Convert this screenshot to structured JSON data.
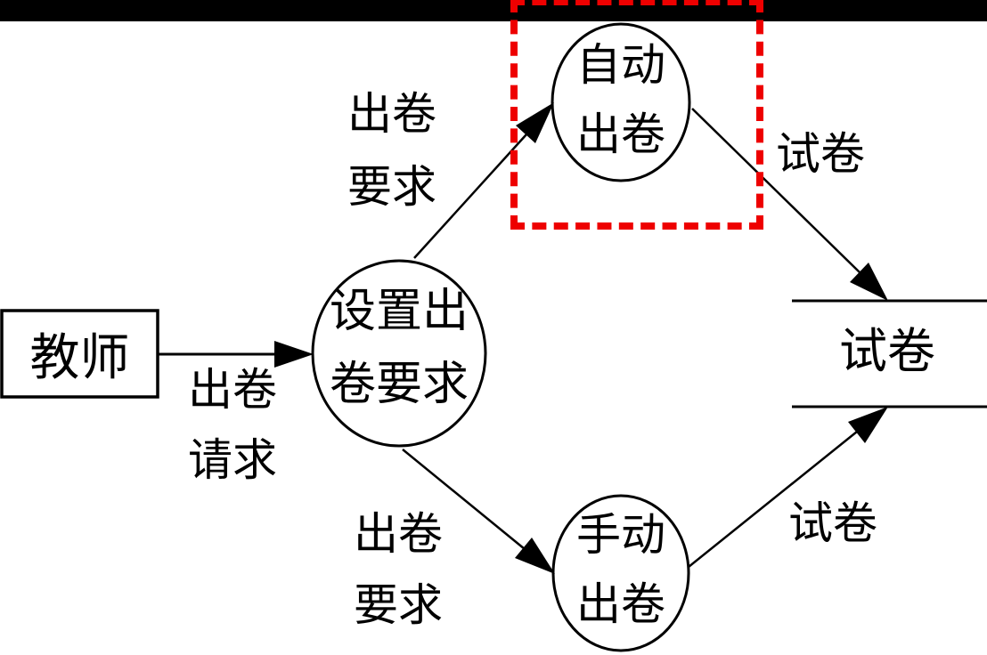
{
  "colors": {
    "background": "#ffffff",
    "ink": "#000000",
    "top_bar": "#000000",
    "highlight_red": "#ee0000"
  },
  "external_entity": {
    "label": "教师"
  },
  "processes": {
    "set_requirements": {
      "line1": "设置出",
      "line2": "卷要求"
    },
    "auto_generate": {
      "line1": "自动",
      "line2": "出卷"
    },
    "manual_generate": {
      "line1": "手动",
      "line2": "出卷"
    }
  },
  "data_store": {
    "label": "试卷"
  },
  "flows": {
    "request": {
      "line1": "出卷",
      "line2": "请求"
    },
    "requirements_to_auto": {
      "line1": "出卷",
      "line2": "要求"
    },
    "requirements_to_manual": {
      "line1": "出卷",
      "line2": "要求"
    },
    "paper_from_auto": {
      "label": "试卷"
    },
    "paper_from_manual": {
      "label": "试卷"
    }
  }
}
